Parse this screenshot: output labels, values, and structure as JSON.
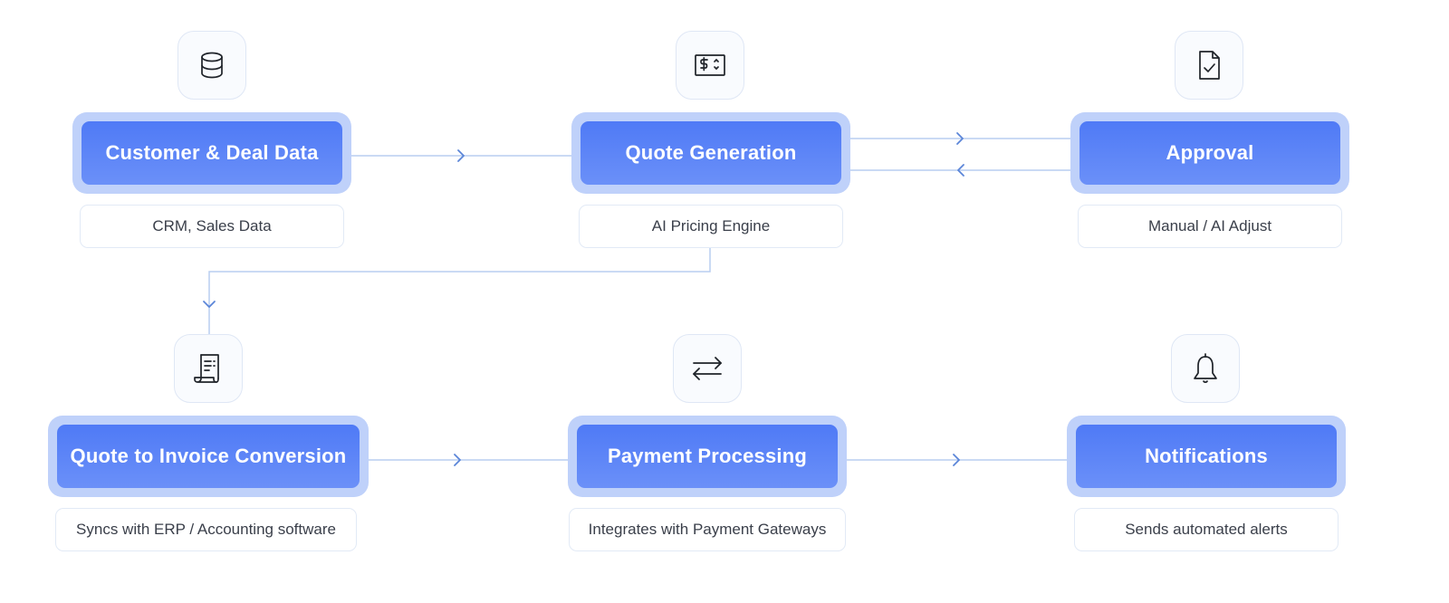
{
  "colors": {
    "accent": "#4f7af6",
    "accent_light": "#bfd1fa",
    "connector": "#b9cdf0",
    "arrow": "#5b86d8",
    "caption_border": "#e2eaf6",
    "icon_tile_border": "#dfe7f5"
  },
  "stages": [
    {
      "id": "customer-deal-data",
      "title": "Customer & Deal Data",
      "caption": "CRM, Sales Data",
      "icon": "database-icon"
    },
    {
      "id": "quote-generation",
      "title": "Quote Generation",
      "caption": "AI Pricing Engine",
      "icon": "dollar-document-icon"
    },
    {
      "id": "approval",
      "title": "Approval",
      "caption": "Manual / AI Adjust",
      "icon": "file-check-icon"
    },
    {
      "id": "quote-to-invoice",
      "title": "Quote to Invoice Conversion",
      "caption": "Syncs with ERP / Accounting software",
      "icon": "receipt-icon"
    },
    {
      "id": "payment-processing",
      "title": "Payment Processing",
      "caption": "Integrates with Payment Gateways",
      "icon": "exchange-arrows-icon"
    },
    {
      "id": "notifications",
      "title": "Notifications",
      "caption": "Sends automated alerts",
      "icon": "bell-icon"
    }
  ],
  "edges": [
    {
      "from": "customer-deal-data",
      "to": "quote-generation"
    },
    {
      "from": "quote-generation",
      "to": "approval"
    },
    {
      "from": "approval",
      "to": "quote-generation"
    },
    {
      "from": "quote-generation",
      "to": "quote-to-invoice"
    },
    {
      "from": "quote-to-invoice",
      "to": "payment-processing"
    },
    {
      "from": "payment-processing",
      "to": "notifications"
    }
  ]
}
